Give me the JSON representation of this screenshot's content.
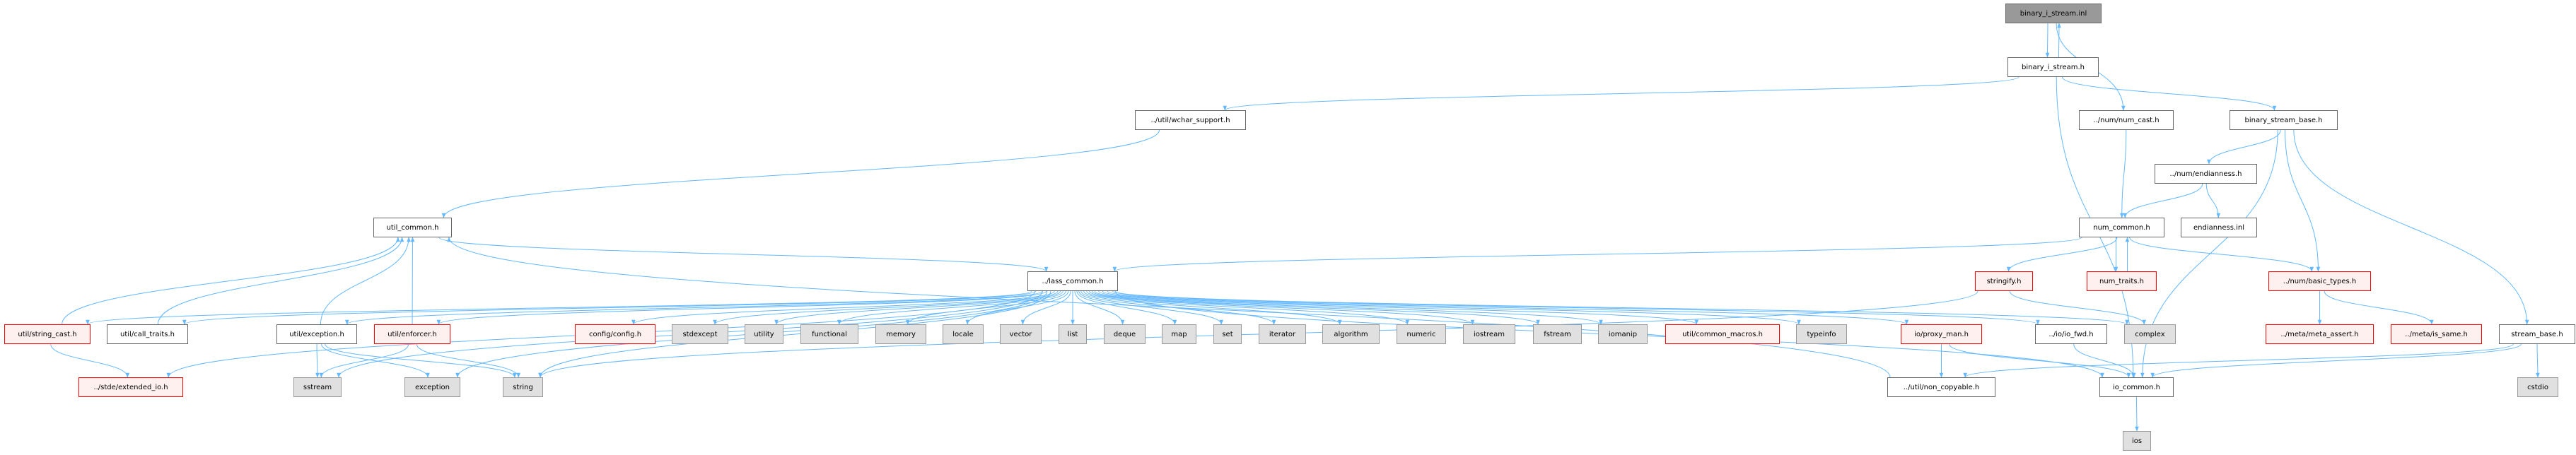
{
  "graph": {
    "edge_color": "#63b8ff",
    "nodes": [
      {
        "id": "inl",
        "label": "binary_i_stream.inl",
        "kind": "root"
      },
      {
        "id": "bish",
        "label": "binary_i_stream.h",
        "kind": "plain"
      },
      {
        "id": "numcast",
        "label": "../num/num_cast.h",
        "kind": "plain"
      },
      {
        "id": "bsb",
        "label": "binary_stream_base.h",
        "kind": "plain"
      },
      {
        "id": "wchar",
        "label": "../util/wchar_support.h",
        "kind": "plain"
      },
      {
        "id": "endh",
        "label": "../num/endianness.h",
        "kind": "plain"
      },
      {
        "id": "utilcommon",
        "label": "util_common.h",
        "kind": "plain"
      },
      {
        "id": "numcommon",
        "label": "num_common.h",
        "kind": "plain"
      },
      {
        "id": "endinl",
        "label": "endianness.inl",
        "kind": "plain"
      },
      {
        "id": "lass",
        "label": "../lass_common.h",
        "kind": "plain"
      },
      {
        "id": "stringify",
        "label": "stringify.h",
        "kind": "red"
      },
      {
        "id": "numtraits",
        "label": "num_traits.h",
        "kind": "red"
      },
      {
        "id": "basictypes",
        "label": "../num/basic_types.h",
        "kind": "red"
      },
      {
        "id": "stringcast",
        "label": "util/string_cast.h",
        "kind": "red"
      },
      {
        "id": "calltraits",
        "label": "util/call_traits.h",
        "kind": "plain"
      },
      {
        "id": "exceptionh",
        "label": "util/exception.h",
        "kind": "plain"
      },
      {
        "id": "enforcer",
        "label": "util/enforcer.h",
        "kind": "red"
      },
      {
        "id": "config",
        "label": "config/config.h",
        "kind": "red"
      },
      {
        "id": "stdexcept",
        "label": "stdexcept",
        "kind": "gray"
      },
      {
        "id": "utility",
        "label": "utility",
        "kind": "gray"
      },
      {
        "id": "functional",
        "label": "functional",
        "kind": "gray"
      },
      {
        "id": "memory",
        "label": "memory",
        "kind": "gray"
      },
      {
        "id": "locale",
        "label": "locale",
        "kind": "gray"
      },
      {
        "id": "vector",
        "label": "vector",
        "kind": "gray"
      },
      {
        "id": "list",
        "label": "list",
        "kind": "gray"
      },
      {
        "id": "deque",
        "label": "deque",
        "kind": "gray"
      },
      {
        "id": "map",
        "label": "map",
        "kind": "gray"
      },
      {
        "id": "set",
        "label": "set",
        "kind": "gray"
      },
      {
        "id": "iterator",
        "label": "iterator",
        "kind": "gray"
      },
      {
        "id": "algorithm",
        "label": "algorithm",
        "kind": "gray"
      },
      {
        "id": "numeric",
        "label": "numeric",
        "kind": "gray"
      },
      {
        "id": "iostream",
        "label": "iostream",
        "kind": "gray"
      },
      {
        "id": "fstream",
        "label": "fstream",
        "kind": "gray"
      },
      {
        "id": "iomanip",
        "label": "iomanip",
        "kind": "gray"
      },
      {
        "id": "macros",
        "label": "util/common_macros.h",
        "kind": "red"
      },
      {
        "id": "typeinfo",
        "label": "typeinfo",
        "kind": "gray"
      },
      {
        "id": "proxyman",
        "label": "io/proxy_man.h",
        "kind": "red"
      },
      {
        "id": "iofwd",
        "label": "../io/io_fwd.h",
        "kind": "plain"
      },
      {
        "id": "complex",
        "label": "complex",
        "kind": "gray"
      },
      {
        "id": "metaassert",
        "label": "../meta/meta_assert.h",
        "kind": "red"
      },
      {
        "id": "issame",
        "label": "../meta/is_same.h",
        "kind": "red"
      },
      {
        "id": "streambase",
        "label": "stream_base.h",
        "kind": "plain"
      },
      {
        "id": "extio",
        "label": "../stde/extended_io.h",
        "kind": "red"
      },
      {
        "id": "sstream",
        "label": "sstream",
        "kind": "gray"
      },
      {
        "id": "exception",
        "label": "exception",
        "kind": "gray"
      },
      {
        "id": "string",
        "label": "string",
        "kind": "gray"
      },
      {
        "id": "noncopy",
        "label": "../util/non_copyable.h",
        "kind": "plain"
      },
      {
        "id": "iocommon",
        "label": "io_common.h",
        "kind": "plain"
      },
      {
        "id": "cstdio",
        "label": "cstdio",
        "kind": "gray"
      },
      {
        "id": "ios",
        "label": "ios",
        "kind": "gray"
      }
    ],
    "edges": [
      [
        "inl",
        "bish"
      ],
      [
        "bish",
        "inl"
      ],
      [
        "inl",
        "numcast"
      ],
      [
        "bish",
        "wchar"
      ],
      [
        "bish",
        "bsb"
      ],
      [
        "bish",
        "iocommon"
      ],
      [
        "numcast",
        "numcommon"
      ],
      [
        "bsb",
        "endh"
      ],
      [
        "bsb",
        "iocommon"
      ],
      [
        "bsb",
        "basictypes"
      ],
      [
        "bsb",
        "streambase"
      ],
      [
        "endh",
        "numcommon"
      ],
      [
        "endh",
        "endinl"
      ],
      [
        "numcommon",
        "lass"
      ],
      [
        "numcommon",
        "stringify"
      ],
      [
        "numcommon",
        "numtraits"
      ],
      [
        "numtraits",
        "numcommon"
      ],
      [
        "numcommon",
        "basictypes"
      ],
      [
        "wchar",
        "utilcommon"
      ],
      [
        "utilcommon",
        "lass"
      ],
      [
        "lass",
        "stringcast"
      ],
      [
        "lass",
        "calltraits"
      ],
      [
        "lass",
        "exceptionh"
      ],
      [
        "lass",
        "enforcer"
      ],
      [
        "lass",
        "config"
      ],
      [
        "lass",
        "stdexcept"
      ],
      [
        "lass",
        "utility"
      ],
      [
        "lass",
        "functional"
      ],
      [
        "lass",
        "memory"
      ],
      [
        "lass",
        "locale"
      ],
      [
        "lass",
        "vector"
      ],
      [
        "lass",
        "list"
      ],
      [
        "lass",
        "deque"
      ],
      [
        "lass",
        "map"
      ],
      [
        "lass",
        "set"
      ],
      [
        "lass",
        "iterator"
      ],
      [
        "lass",
        "algorithm"
      ],
      [
        "lass",
        "numeric"
      ],
      [
        "lass",
        "iostream"
      ],
      [
        "lass",
        "fstream"
      ],
      [
        "lass",
        "iomanip"
      ],
      [
        "lass",
        "macros"
      ],
      [
        "lass",
        "typeinfo"
      ],
      [
        "lass",
        "proxyman"
      ],
      [
        "lass",
        "iofwd"
      ],
      [
        "lass",
        "complex"
      ],
      [
        "lass",
        "iocommon"
      ],
      [
        "lass",
        "extio"
      ],
      [
        "lass",
        "sstream"
      ],
      [
        "lass",
        "exception"
      ],
      [
        "lass",
        "string"
      ],
      [
        "stringcast",
        "utilcommon"
      ],
      [
        "stringcast",
        "extio"
      ],
      [
        "calltraits",
        "utilcommon"
      ],
      [
        "exceptionh",
        "utilcommon"
      ],
      [
        "exceptionh",
        "sstream"
      ],
      [
        "exceptionh",
        "exception"
      ],
      [
        "exceptionh",
        "string"
      ],
      [
        "enforcer",
        "utilcommon"
      ],
      [
        "enforcer",
        "sstream"
      ],
      [
        "enforcer",
        "string"
      ],
      [
        "noncopy",
        "utilcommon"
      ],
      [
        "stringify",
        "string"
      ],
      [
        "stringify",
        "complex"
      ],
      [
        "proxyman",
        "noncopy"
      ],
      [
        "proxyman",
        "iocommon"
      ],
      [
        "iofwd",
        "iocommon"
      ],
      [
        "iocommon",
        "ios"
      ],
      [
        "basictypes",
        "metaassert"
      ],
      [
        "basictypes",
        "issame"
      ],
      [
        "streambase",
        "noncopy"
      ],
      [
        "streambase",
        "iocommon"
      ],
      [
        "streambase",
        "cstdio"
      ]
    ]
  }
}
